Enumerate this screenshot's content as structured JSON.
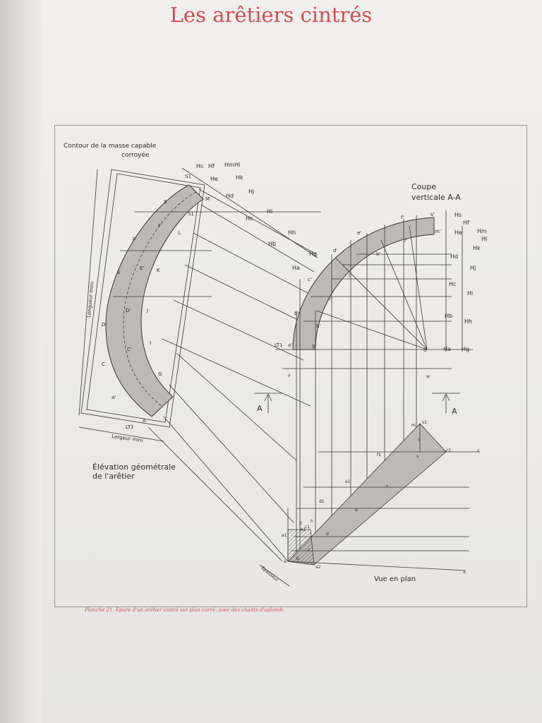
{
  "page": {
    "title": "Les arêtiers cintrés",
    "caption": "Planche 21. Épure d'un arêtier cintré sur plan carré, avec des chants d'aplomb."
  },
  "labels": {
    "contour_line1": "Contour de la masse capable",
    "contour_line2": "corroyée",
    "coupe_line1": "Coupe",
    "coupe_line2": "verticale A-A",
    "elevation_line1": "Élévation géométrale",
    "elevation_line2": "de l'arêtier",
    "vue_en_plan": "Vue en plan",
    "longueur_mini": "Longueur mini.",
    "largeur_mini": "Largeur mini",
    "epaisseur": "Épaisseur",
    "section_a_left": "A",
    "section_a_right": "A",
    "lt1_section": "LT1",
    "lt1_elevation": "LT1"
  },
  "heights": {
    "elevation_scale": [
      "Hs",
      "Hf",
      "He",
      "Hm",
      "Hl",
      "Hd",
      "Hk",
      "Hj",
      "Hc",
      "Hi",
      "Hb",
      "Hh",
      "Ha",
      "Hg"
    ],
    "section_inner": [
      "Hs",
      "Hf",
      "He",
      "Hd",
      "Hc",
      "Hb",
      "Ha"
    ],
    "section_outer": [
      "Hm",
      "Hl",
      "Hk",
      "Hj",
      "Hi",
      "Hh",
      "Hg"
    ]
  },
  "points": {
    "elevation_outer": [
      "A",
      "a'",
      "C",
      "D",
      "E",
      "F",
      "S"
    ],
    "elevation_inner": [
      "C'",
      "D'",
      "E'",
      "F'"
    ],
    "elevation_right": [
      "S1",
      "M",
      "L",
      "K",
      "J",
      "I",
      "G",
      "S1"
    ],
    "section_outer": [
      "a'",
      "b'",
      "c'",
      "d'",
      "e'",
      "f'",
      "s'"
    ],
    "section_inner": [
      "g'",
      "h'",
      "i'",
      "j'",
      "k'",
      "l'",
      "m'",
      "o'"
    ],
    "plan_points": [
      "a",
      "b",
      "c",
      "d",
      "e",
      "f",
      "s",
      "g",
      "h",
      "o",
      "m",
      "s1",
      "a1",
      "a2",
      "c2",
      "e1",
      "f1",
      "x",
      "y",
      "z",
      "w",
      "b1",
      "c1",
      "d1"
    ]
  },
  "colors": {
    "title": "#cf4d55",
    "caption": "#c2545c",
    "line": "#3b3936",
    "shade": "#b8b5b0"
  }
}
